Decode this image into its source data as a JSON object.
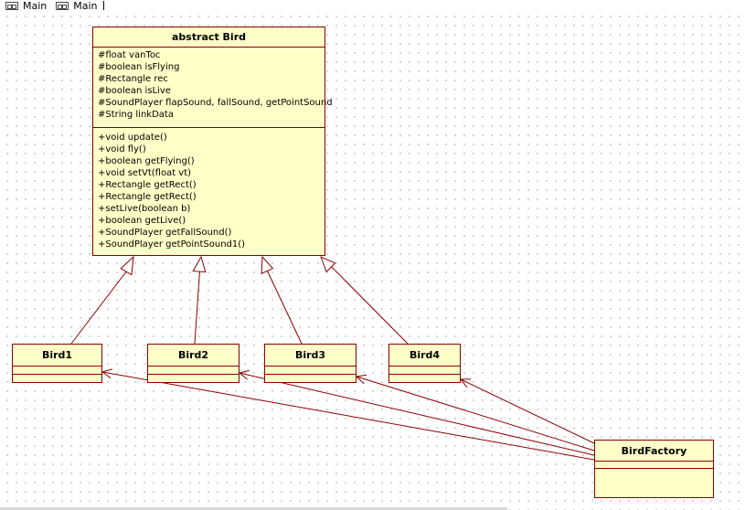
{
  "tabs": [
    {
      "label": "Main"
    },
    {
      "label": "Main"
    }
  ],
  "diagram": {
    "abstract_class": {
      "name": "abstract Bird",
      "attributes": [
        "#float vanToc",
        "#boolean isFlying",
        "#Rectangle rec",
        "#boolean isLive",
        "#SoundPlayer flapSound, fallSound, getPointSound",
        "#String linkData"
      ],
      "methods": [
        "+void update()",
        "+void fly()",
        "+boolean getFlying()",
        "+void setVt(float vt)",
        "+Rectangle getRect()",
        "+Rectangle getRect()",
        "+setLive(boolean b)",
        "+boolean getLive()",
        "+SoundPlayer getFallSound()",
        "+SoundPlayer getPointSound1()"
      ]
    },
    "subclasses": [
      {
        "name": "Bird1"
      },
      {
        "name": "Bird2"
      },
      {
        "name": "Bird3"
      },
      {
        "name": "Bird4"
      }
    ],
    "factory": {
      "name": "BirdFactory"
    },
    "colors": {
      "class_fill": "#ffffc8",
      "class_border": "#8b0000",
      "line": "#8b0000",
      "grid_dot": "#c8c8c8"
    }
  }
}
